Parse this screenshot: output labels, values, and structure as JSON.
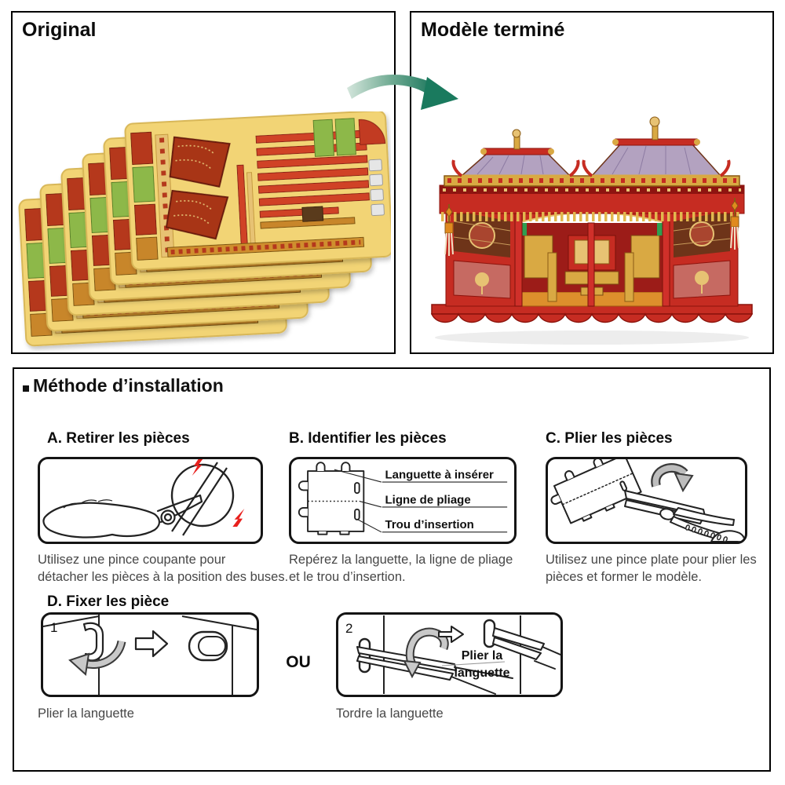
{
  "panels": {
    "original": {
      "title": "Original"
    },
    "finished": {
      "title": "Modèle terminé"
    }
  },
  "method": {
    "title": "Méthode d’installation",
    "or_label": "OU",
    "steps": {
      "a": {
        "title": "A. Retirer les pièces",
        "caption": "Utilisez une pince coupante pour\ndétacher les pièces à la position des buses."
      },
      "b": {
        "title": "B. Identifier les pièces",
        "caption": "Repérez la languette, la ligne de pliage\net le trou d’insertion.",
        "labels": {
          "tab": "Languette à insérer",
          "fold": "Ligne de pliage",
          "hole": "Trou d’insertion"
        }
      },
      "c": {
        "title": "C. Plier les pièces",
        "caption": "Utilisez une pince plate pour plier les\npièces et former le modèle."
      },
      "d": {
        "title": "D. Fixer les pièce",
        "option1": {
          "number": "1",
          "caption": "Plier la languette"
        },
        "option2": {
          "number": "2",
          "caption": "Tordre la languette",
          "inner_label_line1": "Plier la",
          "inner_label_line2": "languette"
        }
      }
    }
  },
  "colors": {
    "panel_border": "#000000",
    "arrow_green_dark": "#17745a",
    "arrow_green_light": "#d4e6dc",
    "sheet_gold": "#f2d474",
    "sheet_red": "#b5371c",
    "sheet_green": "#8db84a",
    "model_red": "#c62c22",
    "model_gold": "#d9a943",
    "bolt_red": "#e8201d",
    "diagram_gray_arrow": "#c9c9c9",
    "caption_gray": "#474747"
  }
}
